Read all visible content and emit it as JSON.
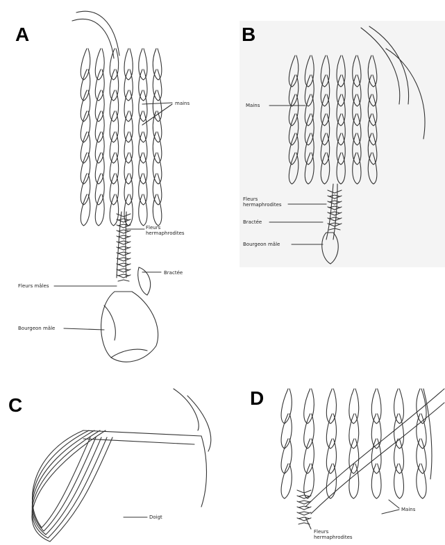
{
  "panels": [
    {
      "letter": "A",
      "labels": {
        "mains": "mains",
        "fleurs_herm_1": "Fleurs",
        "fleurs_herm_2": "hermaphrodites",
        "bractee": "Bractée",
        "fleurs_males": "Fleurs mâles",
        "bourgeon": "Bourgeon mâle"
      }
    },
    {
      "letter": "B",
      "labels": {
        "mains": "Mains",
        "fleurs_herm_1": "Fleurs",
        "fleurs_herm_2": "hermaphrodites",
        "bractee": "Bractée",
        "bourgeon": "Bourgeon mâle"
      }
    },
    {
      "letter": "C",
      "labels": {
        "doigt": "Doigt"
      }
    },
    {
      "letter": "D",
      "labels": {
        "mains": "Mains",
        "fleurs_herm_1": "Fleurs",
        "fleurs_herm_2": "hermaphrodites"
      }
    }
  ]
}
